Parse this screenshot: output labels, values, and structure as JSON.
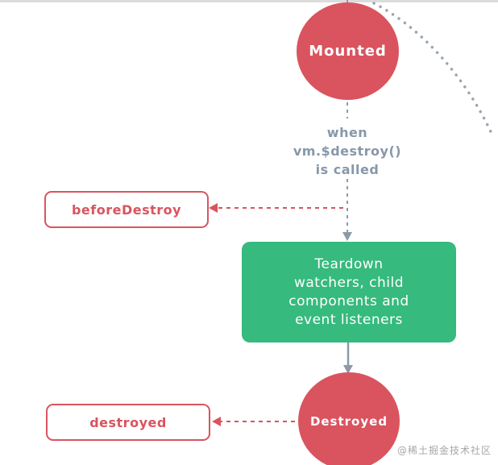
{
  "diagram": {
    "mounted": {
      "label": "Mounted"
    },
    "condition": {
      "lines": [
        "when",
        "vm.$destroy()",
        "is called"
      ]
    },
    "before_destroy": {
      "label": "beforeDestroy"
    },
    "teardown": {
      "lines": [
        "Teardown",
        "watchers, child",
        "components and",
        "event listeners"
      ]
    },
    "destroyed_circle": {
      "label": "Destroyed"
    },
    "destroyed_hook": {
      "label": "destroyed"
    },
    "watermark": {
      "text": "@稀土掘金技术社区"
    },
    "colors": {
      "node_red": "#d9545f",
      "teardown_green": "#36ba7d",
      "condition_gray": "#8798a9",
      "arrow_gray": "#8b9aa9",
      "loop_dot_gray": "#9aa5af"
    }
  }
}
